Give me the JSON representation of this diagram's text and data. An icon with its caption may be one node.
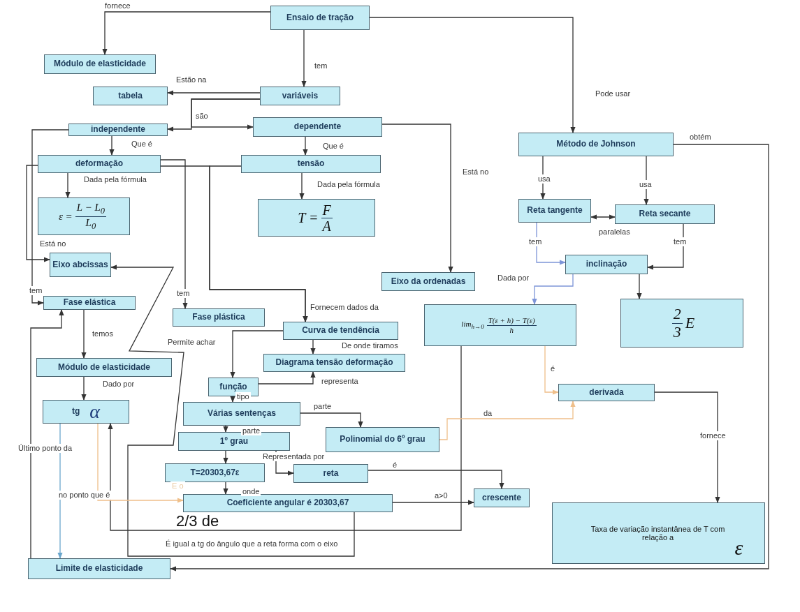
{
  "diagram": {
    "nodes": [
      {
        "text": [
          "Ensaio de tração"
        ]
      },
      {
        "text": [
          "Módulo de elasticidade"
        ]
      },
      {
        "text": [
          "tabela"
        ]
      },
      {
        "text": [
          "variáveis"
        ]
      },
      {
        "text": [
          "independente"
        ]
      },
      {
        "text": [
          "dependente"
        ]
      },
      {
        "text": [
          "deformação"
        ]
      },
      {
        "text": [
          "tensão"
        ]
      },
      {
        "text": [
          "ε =",
          "L − L$_{0}$",
          "L$_{0}$"
        ]
      },
      {
        "text": [
          "T =",
          "F",
          "A"
        ]
      },
      {
        "text": [
          "Eixo abcissas"
        ]
      },
      {
        "text": [
          "Fase elástica"
        ]
      },
      {
        "text": [
          "Fase plástica"
        ]
      },
      {
        "text": [
          "Eixo da ordenadas"
        ]
      },
      {
        "text": [
          "Método de Johnson"
        ]
      },
      {
        "text": [
          "Reta tangente"
        ]
      },
      {
        "text": [
          "Reta secante"
        ]
      },
      {
        "text": [
          "inclinação"
        ]
      },
      {
        "text": [
          "lim$_{h→0}$",
          "T(ε + h) − T(ε)",
          "h"
        ]
      },
      {
        "text": [
          "2",
          "3",
          "E"
        ]
      },
      {
        "text": [
          "Curva de tendência"
        ]
      },
      {
        "text": [
          "Diagrama tensão deformação"
        ]
      },
      {
        "text": [
          "Módulo de elasticidade"
        ]
      },
      {
        "text": [
          "função"
        ]
      },
      {
        "text": [
          "tg",
          "α"
        ]
      },
      {
        "text": [
          "Várias sentenças"
        ]
      },
      {
        "text": [
          "1º grau"
        ]
      },
      {
        "text": [
          "Polinomial do 6º grau"
        ]
      },
      {
        "text": [
          "T=20303,67ε"
        ]
      },
      {
        "text": [
          "reta"
        ]
      },
      {
        "text": [
          "derivada"
        ]
      },
      {
        "text": [
          "crescente"
        ]
      },
      {
        "text": [
          "Coeficiente angular é 20303,67"
        ]
      },
      {
        "text": [
          "Taxa de variação instantânea de T com relação a",
          "ε"
        ]
      },
      {
        "text": [
          "Limite de elasticidade"
        ]
      }
    ],
    "edges": [
      {
        "from": 0,
        "to": 1,
        "arrow": "to",
        "label": "fornece"
      },
      {
        "from": 0,
        "to": 3,
        "arrow": "to",
        "label": "tem"
      },
      {
        "from": 0,
        "to": 14,
        "arrow": "to",
        "label": "Pode usar"
      },
      {
        "from": 3,
        "to": 2,
        "arrow": "to",
        "label": "Estão na"
      },
      {
        "from": 3,
        "to": 4,
        "arrow": "to",
        "label": "são"
      },
      {
        "from": 3,
        "to": 5,
        "arrow": "to"
      },
      {
        "from": 4,
        "to": 6,
        "arrow": "to",
        "label": "Que é"
      },
      {
        "from": 5,
        "to": 7,
        "arrow": "to",
        "label": "Que é"
      },
      {
        "from": 6,
        "to": 8,
        "arrow": "to",
        "label": "Dada pela fórmula"
      },
      {
        "from": 7,
        "to": 9,
        "arrow": "to",
        "label": "Dada pela fórmula"
      },
      {
        "from": 5,
        "to": 13,
        "arrow": "to",
        "label": "Está no"
      },
      {
        "from": 6,
        "to": 10,
        "arrow": "to",
        "label": "Está no"
      },
      {
        "from": 4,
        "to": 11,
        "arrow": "to",
        "label": "tem"
      },
      {
        "from": 6,
        "to": 12,
        "arrow": "to",
        "label": "tem"
      },
      {
        "from": 6,
        "to": 20,
        "arrow": "to",
        "label": "Fornecem dados da"
      },
      {
        "from": 7,
        "to": 20,
        "arrow": "to"
      },
      {
        "from": 11,
        "to": 22,
        "arrow": "to",
        "label": "temos"
      },
      {
        "from": 22,
        "to": 24,
        "arrow": "to",
        "label": "Dado por"
      },
      {
        "from": 20,
        "to": 21,
        "arrow": "to",
        "label": "De onde tiramos"
      },
      {
        "from": 20,
        "to": 23,
        "arrow": "to"
      },
      {
        "from": 23,
        "to": 21,
        "arrow": "to",
        "label": "representa"
      },
      {
        "from": 23,
        "to": 25,
        "arrow": "to",
        "label": "tipo"
      },
      {
        "from": 25,
        "to": 27,
        "arrow": "to",
        "label": "parte"
      },
      {
        "from": 25,
        "to": 26,
        "arrow": "to",
        "label": "parte"
      },
      {
        "from": 26,
        "to": 28,
        "arrow": "to"
      },
      {
        "from": 26,
        "to": 29,
        "arrow": "to",
        "label": "Representada por"
      },
      {
        "from": 28,
        "to": 32,
        "arrow": "to",
        "label": "onde"
      },
      {
        "from": 29,
        "to": 31,
        "arrow": "to",
        "label": "é"
      },
      {
        "from": 32,
        "to": 31,
        "arrow": "to",
        "label": "a>0"
      },
      {
        "from": 32,
        "to": 10,
        "arrow": "to",
        "label": "É igual a tg do ângulo que a reta forma com o eixo"
      },
      {
        "from": 18,
        "to": 24,
        "arrow": "to",
        "label": "2/3 de"
      },
      {
        "from": 24,
        "to": 34,
        "arrow": "to",
        "color": "#6aa6cc"
      },
      {
        "from": 24,
        "to": 32,
        "arrow": "to",
        "color": "#efbf8a",
        "label": "no ponto que é"
      },
      {
        "from": 34,
        "to": 11,
        "arrow": "to",
        "label": "Último ponto da"
      },
      {
        "from": 14,
        "to": 15,
        "arrow": "to",
        "label": "usa"
      },
      {
        "from": 14,
        "to": 16,
        "arrow": "to",
        "label": "usa"
      },
      {
        "from": 15,
        "to": 16,
        "arrow": "both",
        "label": "paralelas"
      },
      {
        "from": 15,
        "to": 17,
        "arrow": "to",
        "color": "#7d95d8",
        "label": "tem"
      },
      {
        "from": 16,
        "to": 17,
        "arrow": "to",
        "label": "tem"
      },
      {
        "from": 17,
        "to": 18,
        "arrow": "to",
        "color": "#7d95d8",
        "label": "Dada por"
      },
      {
        "from": 17,
        "to": 19,
        "arrow": "to"
      },
      {
        "from": 18,
        "to": 30,
        "arrow": "to",
        "color": "#efbf8a",
        "label": "é"
      },
      {
        "from": 27,
        "to": 30,
        "arrow": "to",
        "color": "#efbf8a",
        "label": "da"
      },
      {
        "from": 30,
        "to": 33,
        "arrow": "to",
        "label": "fornece"
      },
      {
        "from": 14,
        "to": 34,
        "arrow": "to",
        "label": "obtém"
      }
    ],
    "labels": [
      "Permite achar",
      "E o"
    ]
  }
}
